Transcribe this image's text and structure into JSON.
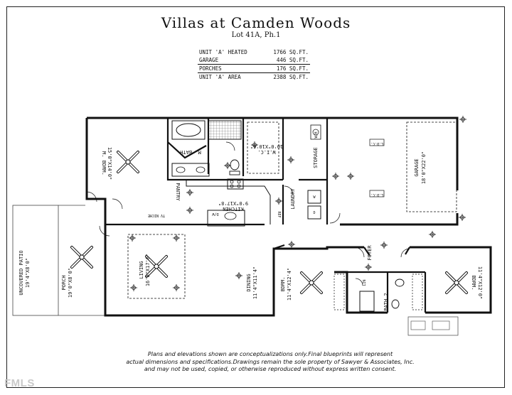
{
  "header": {
    "title": "Villas at Camden  Woods",
    "subtitle": "Lot 41A, Ph.1"
  },
  "area_table": [
    {
      "label": "UNIT 'A' HEATED",
      "value": "1766 SQ.FT."
    },
    {
      "label": "GARAGE",
      "value": "446 SQ.FT."
    },
    {
      "label": "PORCHES",
      "value": "176 SQ.FT."
    },
    {
      "label": "UNIT 'A' AREA",
      "value": "2388 SQ.FT."
    }
  ],
  "rooms": {
    "master_bedroom": {
      "name": "M. BDRM.",
      "size": "15'0\"X14'0\""
    },
    "master_bath": {
      "name": "M. BATH"
    },
    "wic": {
      "name": "W.I.C.",
      "size": "10'0\"X10'6\""
    },
    "storage": {
      "name": "STORAGE"
    },
    "garage": {
      "name": "GARAGE",
      "size": "18'0\"X22'0\""
    },
    "pantry": {
      "name": "PANTRY"
    },
    "kitchen": {
      "name": "KITCHEN",
      "size": "9'0\"X17'8\""
    },
    "laundry": {
      "name": "LAUNDRY"
    },
    "living": {
      "name": "LIVING",
      "size": "16'8\"X17'0\""
    },
    "dining": {
      "name": "DINING",
      "size": "11'4\"X11'4\""
    },
    "bedroom2": {
      "name": "BDRM.",
      "size": "11'4\"X12'4\""
    },
    "bedroom3": {
      "name": "BDRM.",
      "size": "11'4\"X12'0\""
    },
    "foyer": {
      "name": "FOYER"
    },
    "bath2": {
      "name": "BATH 2"
    },
    "porch": {
      "name": "PORCH",
      "size": "19'0\"X8'0\""
    },
    "patio": {
      "name": "UNCOVERED PATIO",
      "size": "19'4\"X8'0\""
    }
  },
  "fixtures": {
    "tv_niche": "TV NICHE",
    "lin": "LIN",
    "dw": "D/W",
    "ref": "REF",
    "washer": "W",
    "dryer": "D",
    "ldc_top": "L.D.C.",
    "ldc_bottom": "L.D.C.",
    "wh": "W/H"
  },
  "disclaimer": [
    "Plans and elevations shown are conceptualizations only.Final blueprints will represent",
    "actual dimensions and specifications.Drawings remain the sole property of Sawyer & Associates, Inc.",
    "and may not be used, copied, or otherwise reproduced without express written consent."
  ],
  "watermark": "FMLS"
}
